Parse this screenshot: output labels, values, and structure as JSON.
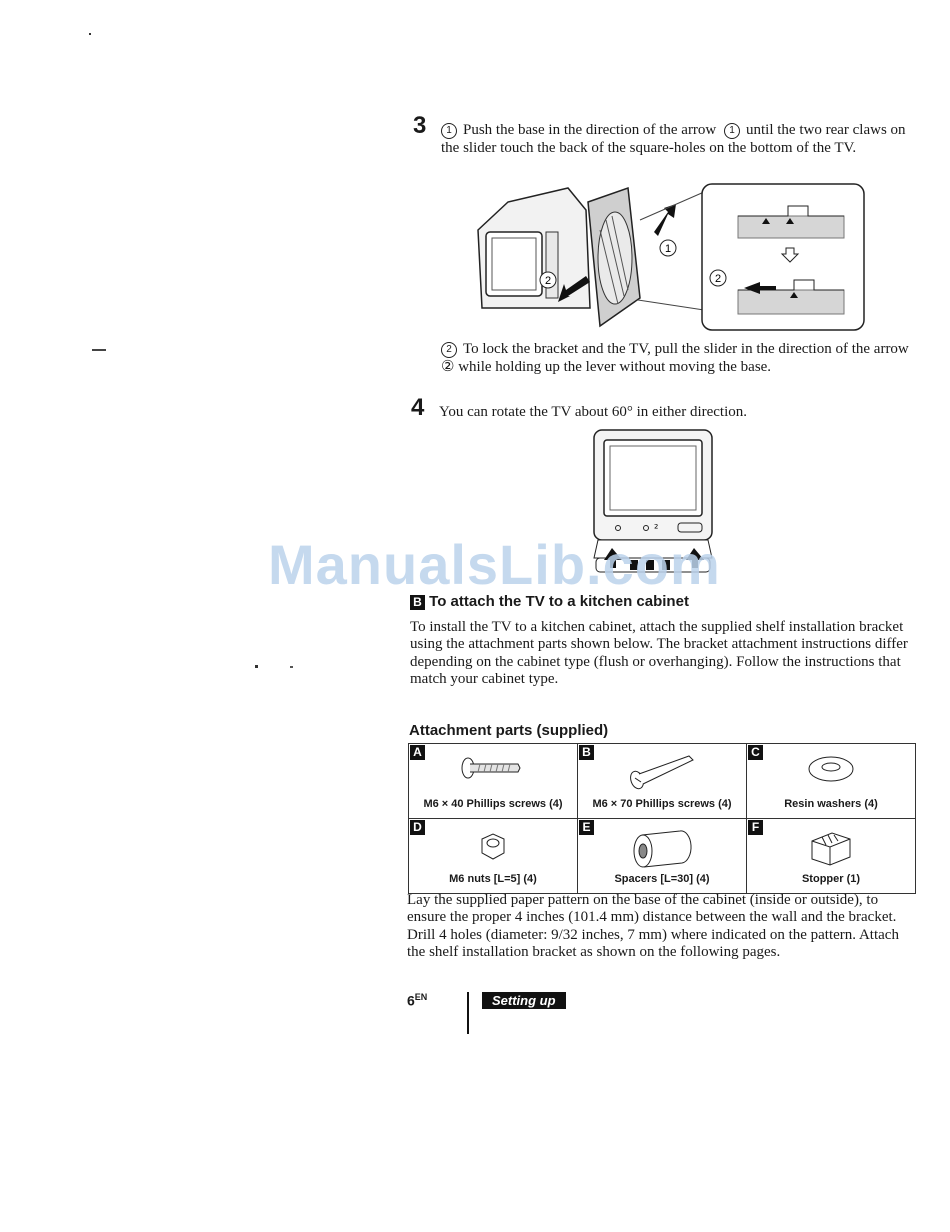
{
  "step3": {
    "number": "3",
    "marker1": "1",
    "text1a": "Push the base in the direction of the arrow",
    "text1b": "until the two rear claws on the slider touch the back of the square-holes on the bottom of the TV.",
    "marker2": "2",
    "text2": "To lock the bracket and the TV, pull the slider in the direction of the arrow ② while holding up the lever without moving the base.",
    "fig_label1": "1",
    "fig_label2": "2"
  },
  "step4": {
    "number": "4",
    "text": "You can rotate the TV about 60° in either direction."
  },
  "section_b": {
    "letter": "B",
    "heading": "To attach the TV to a kitchen cabinet",
    "body": "To install the TV to a kitchen cabinet, attach the supplied shelf installation bracket using the attachment parts shown below.  The bracket attachment instructions differ depending on the cabinet type (flush or overhanging).  Follow the instructions that match your cabinet type."
  },
  "parts": {
    "heading": "Attachment parts (supplied)",
    "items": [
      {
        "letter": "A",
        "label": "M6 × 40 Phillips screws (4)",
        "icon": "short-screw-icon"
      },
      {
        "letter": "B",
        "label": "M6 × 70 Phillips screws (4)",
        "icon": "long-screw-icon"
      },
      {
        "letter": "C",
        "label": "Resin washers (4)",
        "icon": "washer-icon"
      },
      {
        "letter": "D",
        "label": "M6 nuts [L=5] (4)",
        "icon": "nut-icon"
      },
      {
        "letter": "E",
        "label": "Spacers [L=30] (4)",
        "icon": "spacer-icon"
      },
      {
        "letter": "F",
        "label": "Stopper (1)",
        "icon": "stopper-icon"
      }
    ]
  },
  "closing_text": "Lay the supplied paper pattern on the base of the cabinet (inside or outside), to ensure the proper 4 inches (101.4 mm) distance between the wall and the bracket.  Drill 4 holes (diameter: 9/32 inches, 7 mm) where indicated on the pattern.  Attach the shelf installation bracket as shown on the following pages.",
  "footer": {
    "page_number": "6",
    "page_suffix": "EN",
    "section": "Setting up"
  },
  "watermark": "ManualsLib.com"
}
